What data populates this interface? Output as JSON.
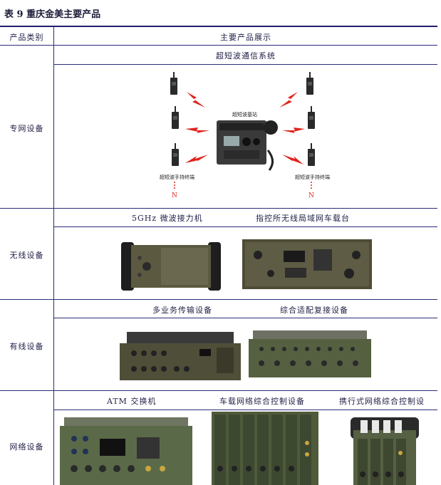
{
  "table_title": "表 9 重庆金美主要产品",
  "header": {
    "col_category": "产品类别",
    "col_display": "主要产品展示"
  },
  "rows": [
    {
      "category": "专网设备",
      "subheaders": [
        "超短波通信系统"
      ],
      "figure_labels": {
        "base_station": "超短波基站",
        "handheld": "超短波手持终端",
        "count": "N"
      }
    },
    {
      "category": "无线设备",
      "subheaders": [
        "5GHz 微波接力机",
        "指控所无线局域网车载台"
      ]
    },
    {
      "category": "有线设备",
      "subheaders": [
        "多业务传输设备",
        "综合适配复接设备"
      ]
    },
    {
      "category": "网络设备",
      "subheaders": [
        "ATM 交换机",
        "车载网络综合控制设备",
        "携行式网络综合控制设"
      ]
    }
  ],
  "colors": {
    "rule": "#2b2b7a",
    "bolt": "#e0231b",
    "equipment": "#5b5a40"
  }
}
